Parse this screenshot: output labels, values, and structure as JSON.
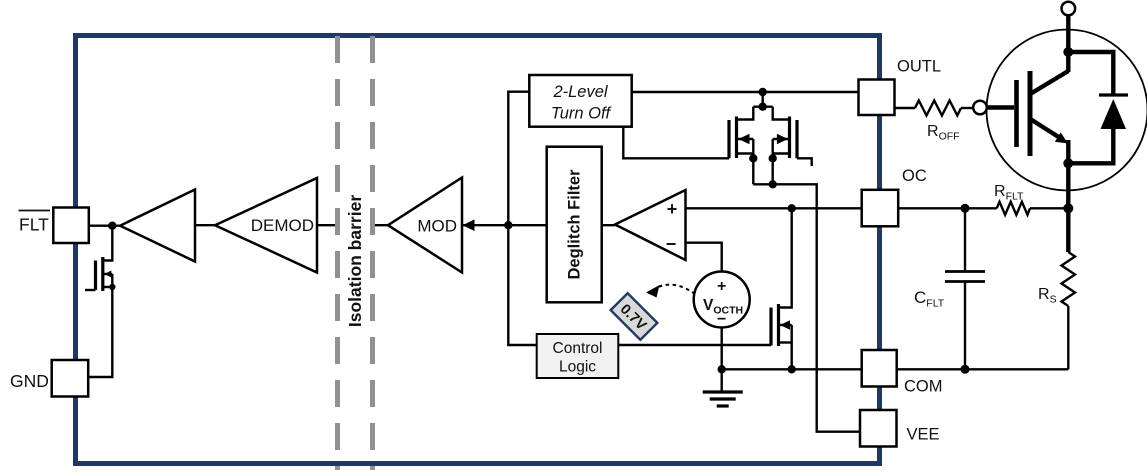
{
  "diagram": {
    "pins": {
      "flt": "FLT",
      "gnd": "GND",
      "outl": "OUTL",
      "oc": "OC",
      "com": "COM",
      "vee": "VEE"
    },
    "blocks": {
      "demod": "DEMOD",
      "mod": "MOD",
      "two_level_line1": "2-Level",
      "two_level_line2": "Turn Off",
      "deglitch": "Deglitch Filter",
      "control_line1": "Control",
      "control_line2": "Logic"
    },
    "isolation_barrier_label": "Isolation barrier",
    "comparator": {
      "plus": "+",
      "minus": "−"
    },
    "source": {
      "plus": "+",
      "minus": "−",
      "name_main": "V",
      "name_sub": "OCTH"
    },
    "threshold_badge": "0.7V",
    "components": {
      "r_off": {
        "main": "R",
        "sub": "OFF"
      },
      "r_flt": {
        "main": "R",
        "sub": "FLT"
      },
      "c_flt": {
        "main": "C",
        "sub": "FLT"
      },
      "r_s": {
        "main": "R",
        "sub": "S"
      }
    },
    "colors": {
      "border": "#1f3864",
      "barrier": "#919191",
      "block_fill": "#d2d2d2",
      "light_fill": "#f2f2f2",
      "badge_fill": "#d9d9d9",
      "badge_border": "#1f3864"
    }
  }
}
